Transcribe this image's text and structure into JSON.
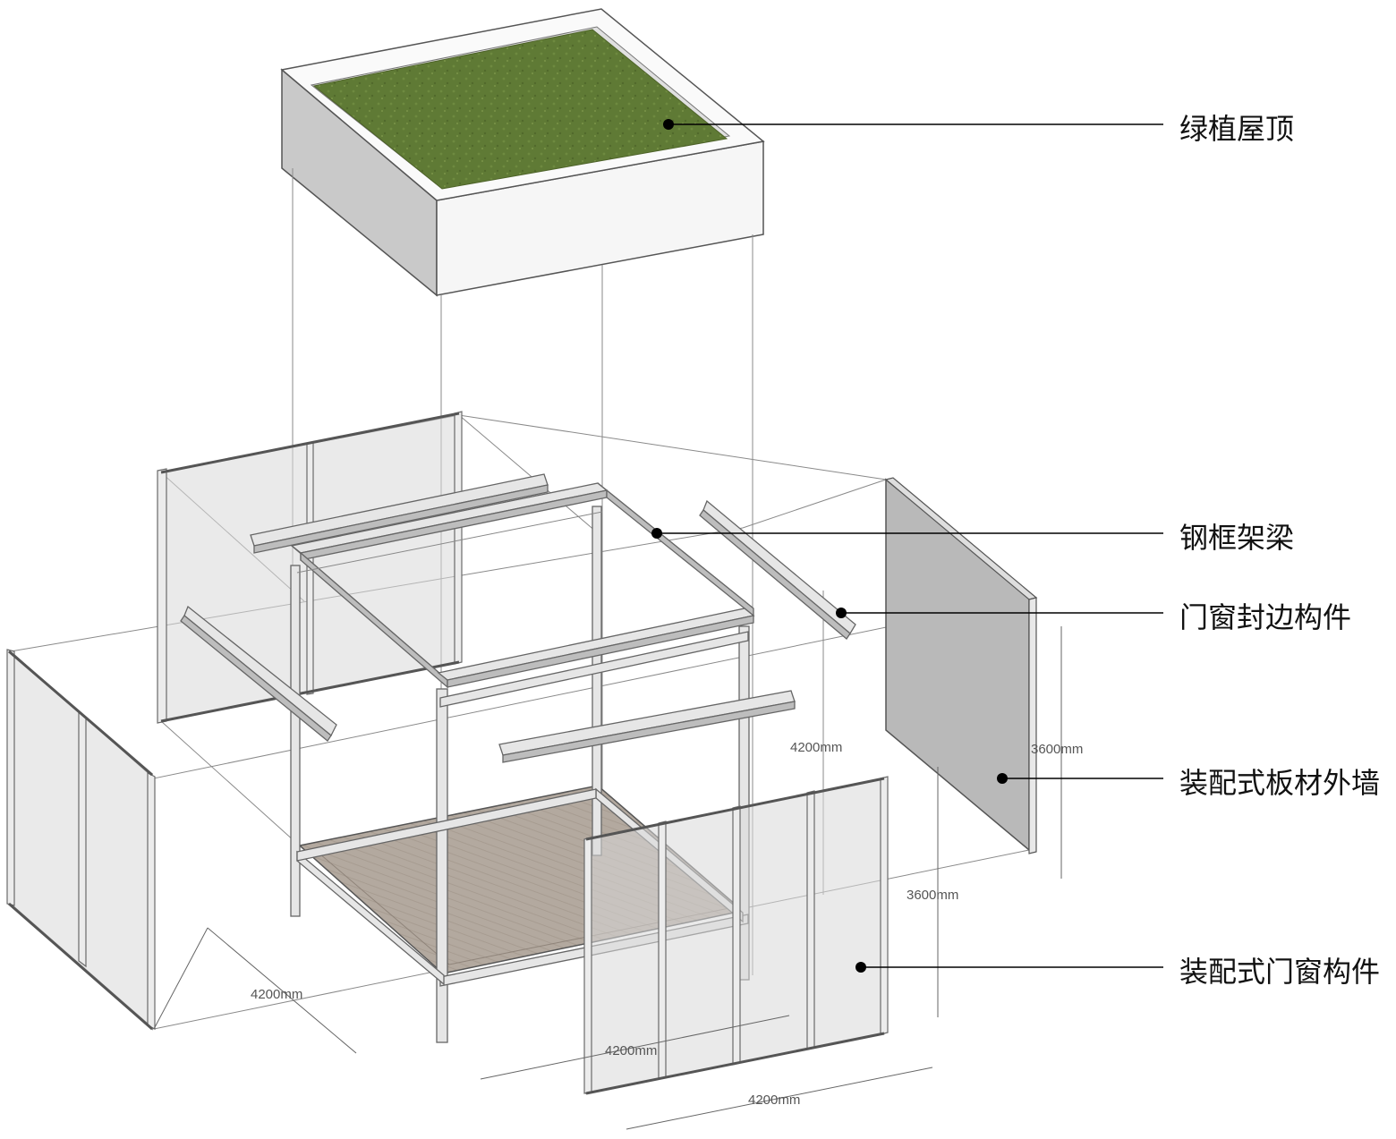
{
  "labels": {
    "green_roof": "绿植屋顶",
    "steel_frame": "钢框架梁",
    "edge_component": "门窗封边构件",
    "wall_panel": "装配式板材外墙",
    "door_window": "装配式门窗构件"
  },
  "dimensions": {
    "left_width": "4200mm",
    "center_depth": "4200mm",
    "right_depth": "4200mm",
    "front_width": "4200mm",
    "panel_height": "3600mm",
    "front_height": "3600mm"
  },
  "colors": {
    "grass": "#5f7a35",
    "floor": "#b3a99f",
    "wall_panel": "#b9b9b9"
  }
}
